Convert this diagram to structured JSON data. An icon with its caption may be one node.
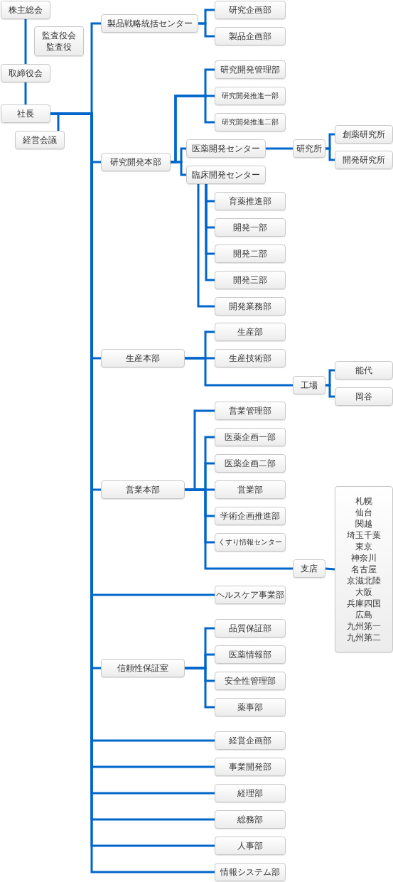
{
  "diagram": {
    "nodes": [
      {
        "text": [
          "株主総会"
        ]
      },
      {
        "text": [
          "監査役会",
          "監査役"
        ]
      },
      {
        "text": [
          "取締役会"
        ]
      },
      {
        "text": [
          "社長"
        ]
      },
      {
        "text": [
          "経営会議"
        ]
      },
      {
        "text": [
          "製品戦略統括センター"
        ]
      },
      {
        "text": [
          "研究企画部"
        ]
      },
      {
        "text": [
          "製品企画部"
        ]
      },
      {
        "text": [
          "研究開発本部"
        ]
      },
      {
        "text": [
          "研究開発管理部"
        ]
      },
      {
        "text": [
          "研究開発推進一部"
        ]
      },
      {
        "text": [
          "研究開発推進二部"
        ]
      },
      {
        "text": [
          "医薬開発センター"
        ]
      },
      {
        "text": [
          "研究所"
        ]
      },
      {
        "text": [
          "創薬研究所"
        ]
      },
      {
        "text": [
          "開発研究所"
        ]
      },
      {
        "text": [
          "臨床開発センター"
        ]
      },
      {
        "text": [
          "育薬推進部"
        ]
      },
      {
        "text": [
          "開発一部"
        ]
      },
      {
        "text": [
          "開発二部"
        ]
      },
      {
        "text": [
          "開発三部"
        ]
      },
      {
        "text": [
          "開発業務部"
        ]
      },
      {
        "text": [
          "生産本部"
        ]
      },
      {
        "text": [
          "生産部"
        ]
      },
      {
        "text": [
          "生産技術部"
        ]
      },
      {
        "text": [
          "工場"
        ]
      },
      {
        "text": [
          "能代"
        ]
      },
      {
        "text": [
          "岡谷"
        ]
      },
      {
        "text": [
          "営業本部"
        ]
      },
      {
        "text": [
          "営業管理部"
        ]
      },
      {
        "text": [
          "医薬企画一部"
        ]
      },
      {
        "text": [
          "医薬企画二部"
        ]
      },
      {
        "text": [
          "営業部"
        ]
      },
      {
        "text": [
          "学術企画推進部"
        ]
      },
      {
        "text": [
          "くすり情報センター"
        ]
      },
      {
        "text": [
          "支店"
        ]
      },
      {
        "text": [
          "札幌",
          "仙台",
          "関越",
          "埼玉千葉",
          "東京",
          "神奈川",
          "名古屋",
          "京滋北陸",
          "大阪",
          "兵庫四国",
          "広島",
          "九州第一",
          "九州第二"
        ]
      },
      {
        "text": [
          "ヘルスケア事業部"
        ]
      },
      {
        "text": [
          "信頼性保証室"
        ]
      },
      {
        "text": [
          "品質保証部"
        ]
      },
      {
        "text": [
          "医薬情報部"
        ]
      },
      {
        "text": [
          "安全性管理部"
        ]
      },
      {
        "text": [
          "薬事部"
        ]
      },
      {
        "text": [
          "経営企画部"
        ]
      },
      {
        "text": [
          "事業開発部"
        ]
      },
      {
        "text": [
          "経理部"
        ]
      },
      {
        "text": [
          "総務部"
        ]
      },
      {
        "text": [
          "人事部"
        ]
      },
      {
        "text": [
          "情報システム部"
        ]
      }
    ],
    "edges": [
      {
        "from": 0,
        "to": 2,
        "arrow": "none"
      },
      {
        "from": 2,
        "to": 3,
        "arrow": "none"
      },
      {
        "from": 3,
        "to": 4,
        "arrow": "none"
      },
      {
        "from": 3,
        "to": 5,
        "arrow": "none"
      },
      {
        "from": 3,
        "to": 8,
        "arrow": "none"
      },
      {
        "from": 3,
        "to": 22,
        "arrow": "none"
      },
      {
        "from": 3,
        "to": 28,
        "arrow": "none"
      },
      {
        "from": 3,
        "to": 37,
        "arrow": "none"
      },
      {
        "from": 3,
        "to": 38,
        "arrow": "none"
      },
      {
        "from": 3,
        "to": 43,
        "arrow": "none"
      },
      {
        "from": 3,
        "to": 44,
        "arrow": "none"
      },
      {
        "from": 3,
        "to": 45,
        "arrow": "none"
      },
      {
        "from": 3,
        "to": 46,
        "arrow": "none"
      },
      {
        "from": 3,
        "to": 47,
        "arrow": "none"
      },
      {
        "from": 3,
        "to": 48,
        "arrow": "none"
      },
      {
        "from": 5,
        "to": 6,
        "arrow": "none"
      },
      {
        "from": 5,
        "to": 7,
        "arrow": "none"
      },
      {
        "from": 8,
        "to": 9,
        "arrow": "none"
      },
      {
        "from": 8,
        "to": 10,
        "arrow": "none"
      },
      {
        "from": 8,
        "to": 11,
        "arrow": "none"
      },
      {
        "from": 8,
        "to": 12,
        "arrow": "none"
      },
      {
        "from": 8,
        "to": 16,
        "arrow": "none"
      },
      {
        "from": 12,
        "to": 13,
        "arrow": "none"
      },
      {
        "from": 13,
        "to": 14,
        "arrow": "none"
      },
      {
        "from": 13,
        "to": 15,
        "arrow": "none"
      },
      {
        "from": 16,
        "to": 17,
        "arrow": "none"
      },
      {
        "from": 16,
        "to": 18,
        "arrow": "none"
      },
      {
        "from": 16,
        "to": 19,
        "arrow": "none"
      },
      {
        "from": 16,
        "to": 20,
        "arrow": "none"
      },
      {
        "from": 16,
        "to": 21,
        "arrow": "none"
      },
      {
        "from": 22,
        "to": 23,
        "arrow": "none"
      },
      {
        "from": 22,
        "to": 24,
        "arrow": "none"
      },
      {
        "from": 22,
        "to": 25,
        "arrow": "none"
      },
      {
        "from": 25,
        "to": 26,
        "arrow": "none"
      },
      {
        "from": 25,
        "to": 27,
        "arrow": "none"
      },
      {
        "from": 28,
        "to": 29,
        "arrow": "none"
      },
      {
        "from": 28,
        "to": 30,
        "arrow": "none"
      },
      {
        "from": 28,
        "to": 31,
        "arrow": "none"
      },
      {
        "from": 28,
        "to": 32,
        "arrow": "none"
      },
      {
        "from": 28,
        "to": 33,
        "arrow": "none"
      },
      {
        "from": 28,
        "to": 34,
        "arrow": "none"
      },
      {
        "from": 28,
        "to": 35,
        "arrow": "none"
      },
      {
        "from": 35,
        "to": 36,
        "arrow": "none"
      },
      {
        "from": 38,
        "to": 39,
        "arrow": "none"
      },
      {
        "from": 38,
        "to": 40,
        "arrow": "none"
      },
      {
        "from": 38,
        "to": 41,
        "arrow": "none"
      },
      {
        "from": 38,
        "to": 42,
        "arrow": "none"
      }
    ]
  }
}
